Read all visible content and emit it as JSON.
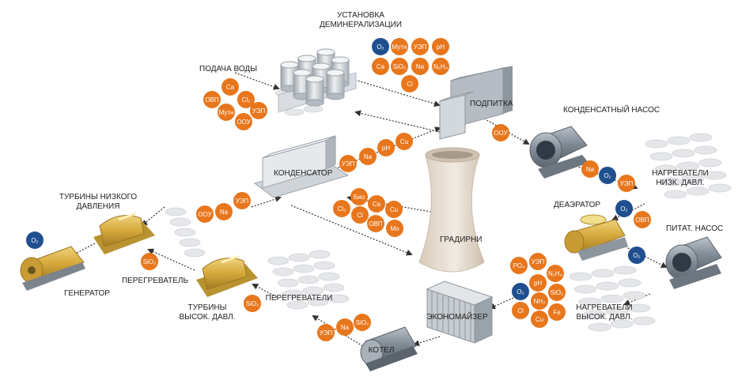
{
  "colors": {
    "orange": "#e8761c",
    "blue": "#1f4f8f",
    "gold": "#d4a73a",
    "steel": "#7d8893",
    "disc": "#e4e6e9",
    "tower": "#e7ddd2",
    "arrow": "#333333"
  },
  "labels": {
    "demineralization": [
      "УСТАНОВКА",
      "ДЕМИНЕРАЛИЗАЦИИ"
    ],
    "water_supply": [
      "ПОДАЧА ВОДЫ"
    ],
    "makeup": [
      "ПОДПИТКА"
    ],
    "condensate_pump": [
      "КОНДЕНСАТНЫЙ НАСОС"
    ],
    "condenser": [
      "КОНДЕНСАТОР"
    ],
    "lp_turbines": [
      "ТУРБИНЫ НИЗКОГО",
      "ДАВЛЕНИЯ"
    ],
    "lp_heaters": [
      "НАГРЕВАТЕЛИ",
      "НИЗК. ДАВЛ."
    ],
    "deaerator": [
      "ДЕАЭРАТОР"
    ],
    "feed_pump": [
      "ПИТАТ. НАСОС"
    ],
    "cooling_tower": [
      "ГРАДИРНИ"
    ],
    "generator": [
      "ГЕНЕРАТОР"
    ],
    "reheater": [
      "ПЕРЕГРЕВАТЕЛЬ"
    ],
    "hp_turbines": [
      "ТУРБИНЫ",
      "ВЫСОК. ДАВЛ."
    ],
    "superheaters": [
      "ПЕРЕГРЕВАТЕЛИ"
    ],
    "economizer": [
      "ЭКОНОМАЙЗЕР"
    ],
    "hp_heaters": [
      "НАГРЕВАТЕЛИ",
      "ВЫСОК. ДАВЛ."
    ],
    "boiler": [
      "КОТЕЛ"
    ]
  },
  "badge_groups": {
    "demin": [
      {
        "t": "O₂",
        "c": "blue"
      },
      {
        "t": "Мутн",
        "c": "orange"
      },
      {
        "t": "УЭП",
        "c": "orange"
      },
      {
        "t": "pH",
        "c": "orange"
      },
      {
        "t": "Ca",
        "c": "orange"
      },
      {
        "t": "SiO₂",
        "c": "orange"
      },
      {
        "t": "Na",
        "c": "orange"
      },
      {
        "t": "N₂H₄",
        "c": "orange"
      },
      {
        "t": "Cl",
        "c": "orange"
      }
    ],
    "water_supply": [
      {
        "t": "Ca",
        "c": "orange"
      },
      {
        "t": "ОВП",
        "c": "orange"
      },
      {
        "t": "Cl₂",
        "c": "orange"
      },
      {
        "t": "УЭП",
        "c": "orange"
      },
      {
        "t": "Мутн",
        "c": "orange"
      },
      {
        "t": "ООУ",
        "c": "orange"
      }
    ],
    "makeup_out": [
      {
        "t": "ООУ",
        "c": "orange"
      }
    ],
    "condenser_out": [
      {
        "t": "УЭП",
        "c": "orange"
      },
      {
        "t": "Na",
        "c": "orange"
      },
      {
        "t": "pH",
        "c": "orange"
      },
      {
        "t": "Cu",
        "c": "orange"
      }
    ],
    "cooling": [
      {
        "t": "Био",
        "c": "orange"
      },
      {
        "t": "Ca",
        "c": "orange"
      },
      {
        "t": "Cu",
        "c": "orange"
      },
      {
        "t": "Cl₂",
        "c": "orange"
      },
      {
        "t": "Cl",
        "c": "orange"
      },
      {
        "t": "ОВП",
        "c": "orange"
      },
      {
        "t": "Mo",
        "c": "orange"
      }
    ],
    "condensate_pump_out": [
      {
        "t": "Na",
        "c": "orange"
      },
      {
        "t": "O₂",
        "c": "blue"
      },
      {
        "t": "УЭП",
        "c": "orange"
      }
    ],
    "lp_heaters_out": [
      {
        "t": "O₂",
        "c": "blue"
      },
      {
        "t": "ОВП",
        "c": "orange"
      }
    ],
    "deaerator_out": [
      {
        "t": "O₂",
        "c": "blue"
      }
    ],
    "lp_turbine_in": [
      {
        "t": "ООУ",
        "c": "orange"
      },
      {
        "t": "Na",
        "c": "orange"
      },
      {
        "t": "УЭП",
        "c": "orange"
      }
    ],
    "generator": [
      {
        "t": "O₂",
        "c": "blue"
      }
    ],
    "reheater": [
      {
        "t": "SiO₂",
        "c": "orange"
      }
    ],
    "hp_turbine_in": [
      {
        "t": "SiO₂",
        "c": "orange"
      }
    ],
    "boiler_out": [
      {
        "t": "УЭП",
        "c": "orange"
      },
      {
        "t": "Na",
        "c": "orange"
      },
      {
        "t": "SiO₂",
        "c": "orange"
      }
    ],
    "hp_heaters": [
      {
        "t": "PO₄",
        "c": "orange"
      },
      {
        "t": "УЭП",
        "c": "orange"
      },
      {
        "t": "N₂H₄",
        "c": "orange"
      },
      {
        "t": "pH",
        "c": "orange"
      },
      {
        "t": "O₂",
        "c": "blue"
      },
      {
        "t": "NH₃",
        "c": "orange"
      },
      {
        "t": "SiO₂",
        "c": "orange"
      },
      {
        "t": "Cl",
        "c": "orange"
      },
      {
        "t": "Fe",
        "c": "orange"
      },
      {
        "t": "Cu",
        "c": "orange"
      }
    ]
  }
}
